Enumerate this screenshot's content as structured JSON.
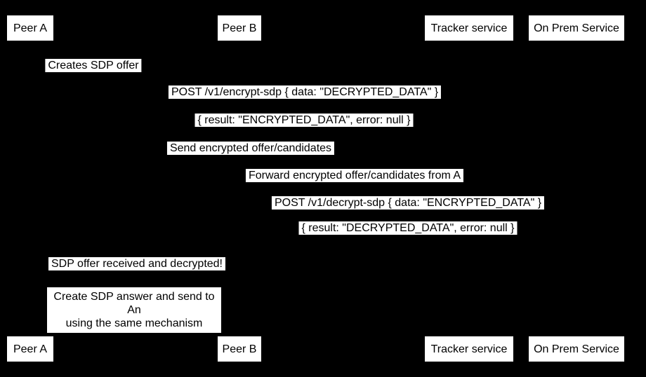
{
  "diagram": {
    "type": "sequence-diagram",
    "colors": {
      "background": "#000000",
      "box_fill": "#ffffff",
      "box_text": "#000000"
    },
    "participants": [
      {
        "label": "Peer A"
      },
      {
        "label": "Peer B"
      },
      {
        "label": "Tracker service"
      },
      {
        "label": "On Prem Service"
      }
    ],
    "labels": [
      {
        "text": "Creates SDP offer"
      },
      {
        "text": "POST /v1/encrypt-sdp { data: \"DECRYPTED_DATA\" }"
      },
      {
        "text": "{ result: \"ENCRYPTED_DATA\", error: null }"
      },
      {
        "text": "Send encrypted offer/candidates"
      },
      {
        "text": "Forward encrypted offer/candidates from A"
      },
      {
        "text": "POST /v1/decrypt-sdp { data: \"ENCRYPTED_DATA\" }"
      },
      {
        "text": "{ result: \"DECRYPTED_DATA\", error: null }"
      },
      {
        "text": "SDP offer received and decrypted!"
      },
      {
        "text": "Create SDP answer and send to An\nusing the same mechanism"
      }
    ]
  }
}
